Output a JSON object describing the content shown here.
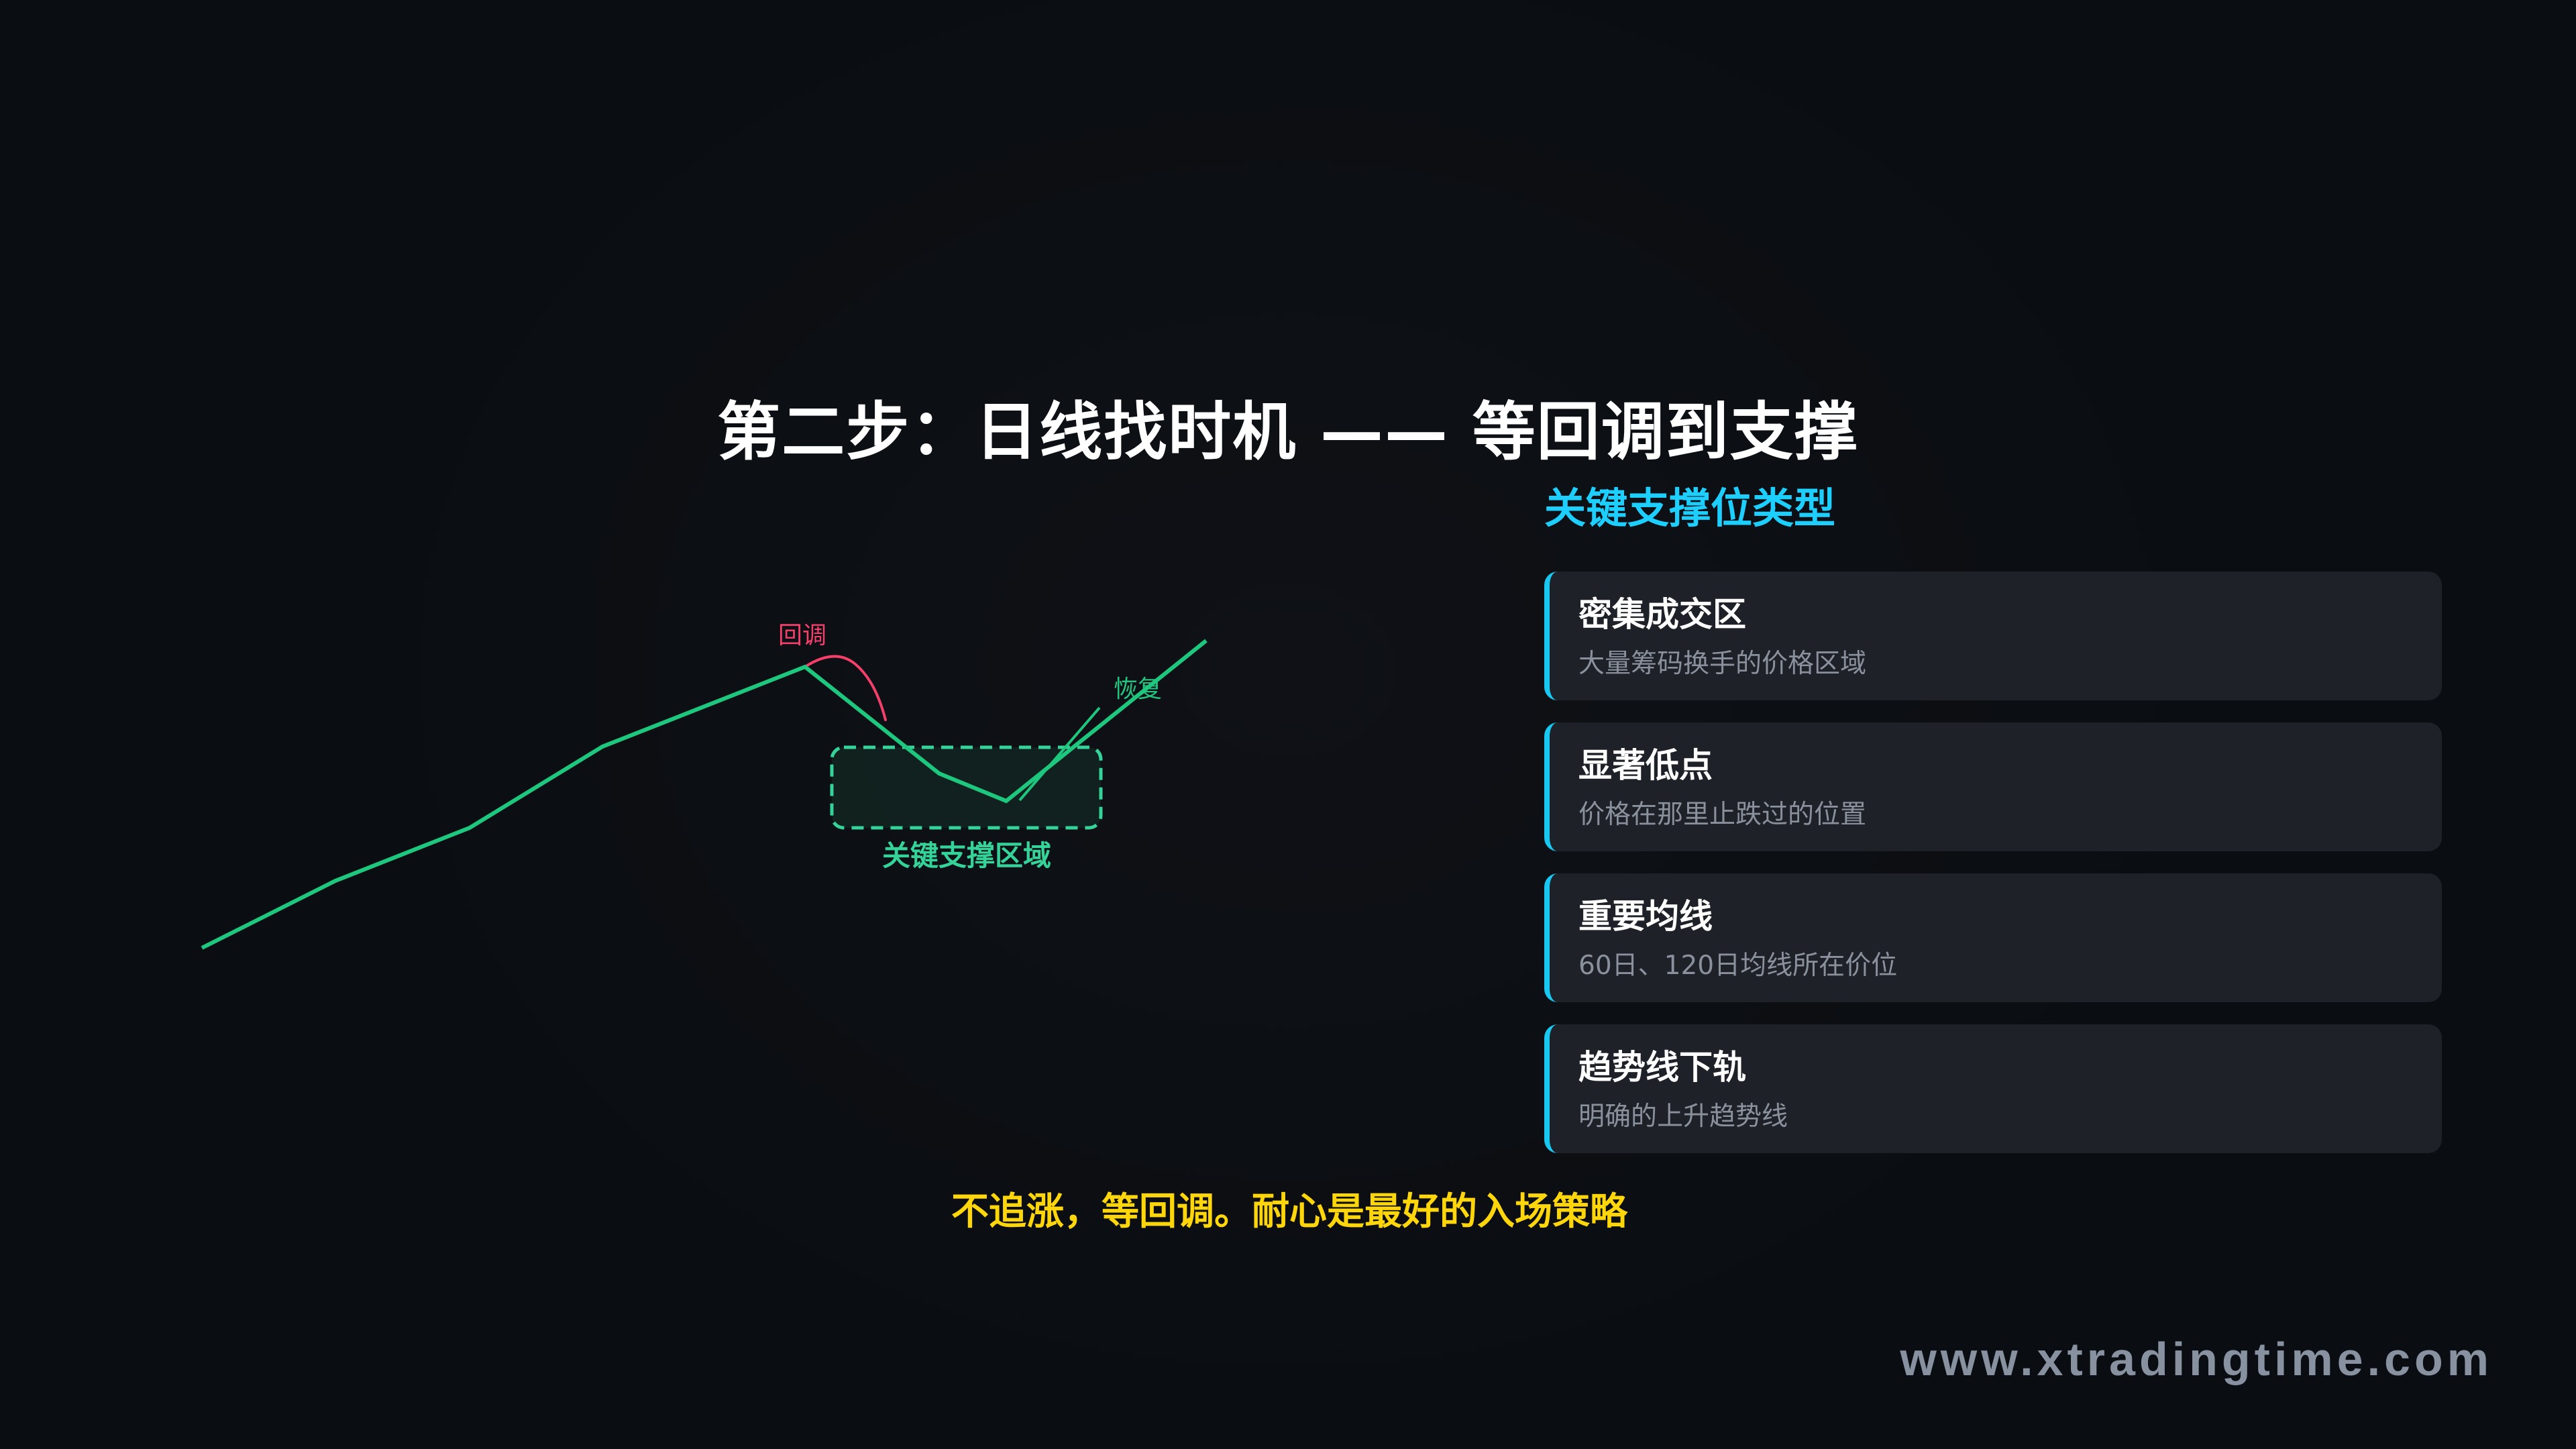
{
  "title": "第二步：日线找时机 —— 等回调到支撑",
  "chart": {
    "labels": {
      "pullback": "回调",
      "recovery": "恢复",
      "support_zone": "关键支撑区域"
    },
    "colors": {
      "price_line": "#1ec77e",
      "pullback_arc": "#f43f6a",
      "support_zone_border": "#34d399",
      "support_zone_fill": "#122420"
    }
  },
  "chart_data": {
    "type": "line",
    "title": "日线回调到支撑示意",
    "series": [
      {
        "name": "price",
        "points": [
          [
            301,
            1413
          ],
          [
            500,
            1313
          ],
          [
            700,
            1234
          ],
          [
            898,
            1113
          ],
          [
            1200,
            994
          ],
          [
            1400,
            1153
          ],
          [
            1500,
            1194
          ],
          [
            1798,
            955
          ]
        ]
      }
    ],
    "annotations": [
      {
        "type": "arc",
        "label": "回调",
        "from": [
          1200,
          994
        ],
        "to": [
          1320,
          1073
        ],
        "color": "#f43f6a"
      },
      {
        "type": "line",
        "label": "恢复",
        "from": [
          1520,
          1193
        ],
        "to": [
          1639,
          1055
        ],
        "color": "#1ec77e"
      },
      {
        "type": "rect",
        "label": "关键支撑区域",
        "x": [
          1240,
          1641
        ],
        "y": [
          1114,
          1234
        ],
        "style": "dashed"
      }
    ],
    "xlabel": "",
    "ylabel": "",
    "grid": false,
    "legend": "none"
  },
  "panel": {
    "heading": "关键支撑位类型",
    "cards": [
      {
        "title": "密集成交区",
        "desc": "大量筹码换手的价格区域"
      },
      {
        "title": "显著低点",
        "desc": "价格在那里止跌过的位置"
      },
      {
        "title": "重要均线",
        "desc": "60日、120日均线所在价位"
      },
      {
        "title": "趋势线下轨",
        "desc": "明确的上升趋势线"
      }
    ]
  },
  "tagline": "不追涨，等回调。耐心是最好的入场策略",
  "footer": {
    "url": "www.xtradingtime.com"
  }
}
